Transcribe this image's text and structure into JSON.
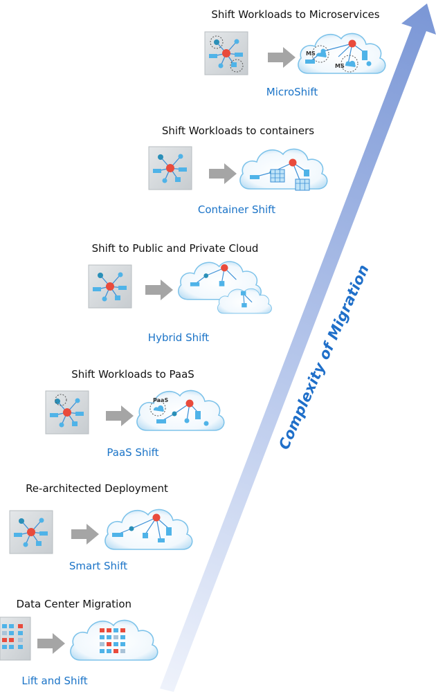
{
  "axis_label": "Complexity of Migration",
  "stages": [
    {
      "title": "Shift Workloads to Microservices",
      "name": "MicroShift",
      "cloud_tags": [
        "MS",
        "MS"
      ]
    },
    {
      "title": "Shift Workloads to containers",
      "name": "Container Shift",
      "cloud_tags": []
    },
    {
      "title": "Shift to Public and Private Cloud",
      "name": "Hybrid Shift",
      "cloud_tags": []
    },
    {
      "title": "Shift Workloads to PaaS",
      "name": "PaaS Shift",
      "cloud_tags": [
        "PaaS"
      ]
    },
    {
      "title": "Re-architected Deployment",
      "name": "Smart Shift",
      "cloud_tags": []
    },
    {
      "title": "Data Center Migration",
      "name": "Lift and Shift",
      "cloud_tags": []
    }
  ],
  "colors": {
    "arrow_light": "#e3eaf7",
    "arrow_dark": "#7b97d6",
    "node_red": "#e94b3c",
    "node_blue": "#4fb3e8",
    "node_teal": "#2a8fb8",
    "box_gray": "#d3d7da",
    "step_arrow": "#a5a5a5",
    "title_text": "#111111",
    "name_text": "#1a73c7"
  }
}
